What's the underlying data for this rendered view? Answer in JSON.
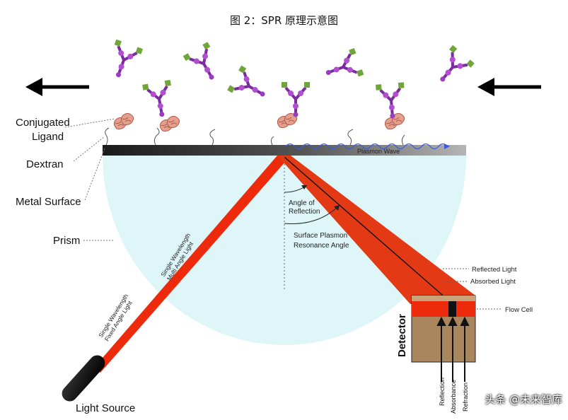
{
  "title": "图 2：SPR 原理示意图",
  "labels": {
    "conjugated_ligand_1": "Conjugated",
    "conjugated_ligand_2": "Ligand",
    "dextran": "Dextran",
    "metal_surface": "Metal Surface",
    "prism": "Prism",
    "light_source": "Light Source",
    "plasmon_wave": "Plasmon Wave",
    "angle_reflection_1": "Angle of",
    "angle_reflection_2": "Reflection",
    "spr_angle_1": "Surface Plasmon",
    "spr_angle_2": "Resonance Angle",
    "reflected_light": "Reflected Light",
    "absorbed_light": "Absorbed Light",
    "flow_cell": "Flow Cell",
    "detector": "Detector",
    "beam_multi_1": "Single Wavelength",
    "beam_multi_2": "Multi Angle Light",
    "beam_fixed_1": "Single Wavelength",
    "beam_fixed_2": "Fixed Angle Light",
    "det_reflection": "Reflection",
    "det_absorbance": "Absorbance",
    "det_refraction": "Refraction"
  },
  "watermark": "头条 @未来智库",
  "colors": {
    "prism": "#dff6f9",
    "beam": "#ee2a0c",
    "detector_body": "#a9865d",
    "antibody": "#9b3bbf",
    "antibody_tip": "#6fa53a",
    "plasmon_wave": "#3b5bd8",
    "ligand": "#d98c7a"
  }
}
